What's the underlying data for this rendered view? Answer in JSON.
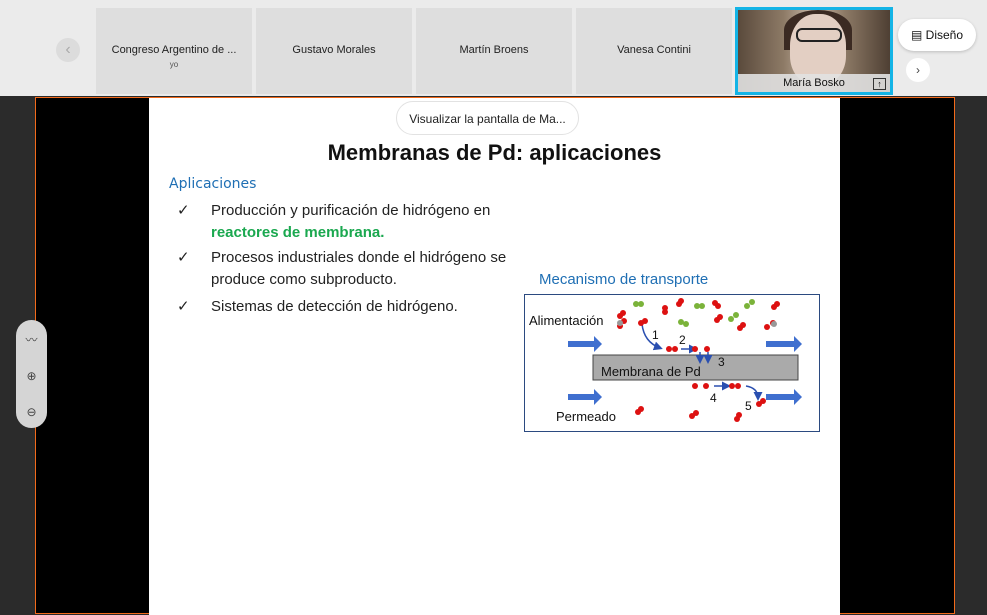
{
  "participants": [
    {
      "name": "Congreso Argentino de ...",
      "sub": "yo"
    },
    {
      "name": "Gustavo Morales"
    },
    {
      "name": "Martín Broens"
    },
    {
      "name": "Vanesa Contini"
    }
  ],
  "video": {
    "name": "María Bosko"
  },
  "layout_button": "Diseño",
  "tooltip": "Visualizar la pantalla de Ma...",
  "slide": {
    "title": "Membranas de Pd: aplicaciones",
    "section": "Aplicaciones",
    "items": [
      {
        "text": "Producción y purificación de hidrógeno en",
        "highlight": "reactores de membrana."
      },
      {
        "text": "Procesos industriales donde el hidrógeno se produce como subproducto."
      },
      {
        "text": "Sistemas de detección de hidrógeno."
      }
    ],
    "diagram": {
      "title": "Mecanismo de transporte",
      "feed": "Alimentación",
      "membrane": "Membrana de Pd",
      "permeate": "Permeado",
      "steps": [
        "1",
        "2",
        "3",
        "4",
        "5"
      ]
    }
  },
  "colors": {
    "accent": "#f26a1b",
    "video_border": "#14b4e6",
    "heading": "#1f6fb4",
    "highlight": "#1aa84f"
  }
}
